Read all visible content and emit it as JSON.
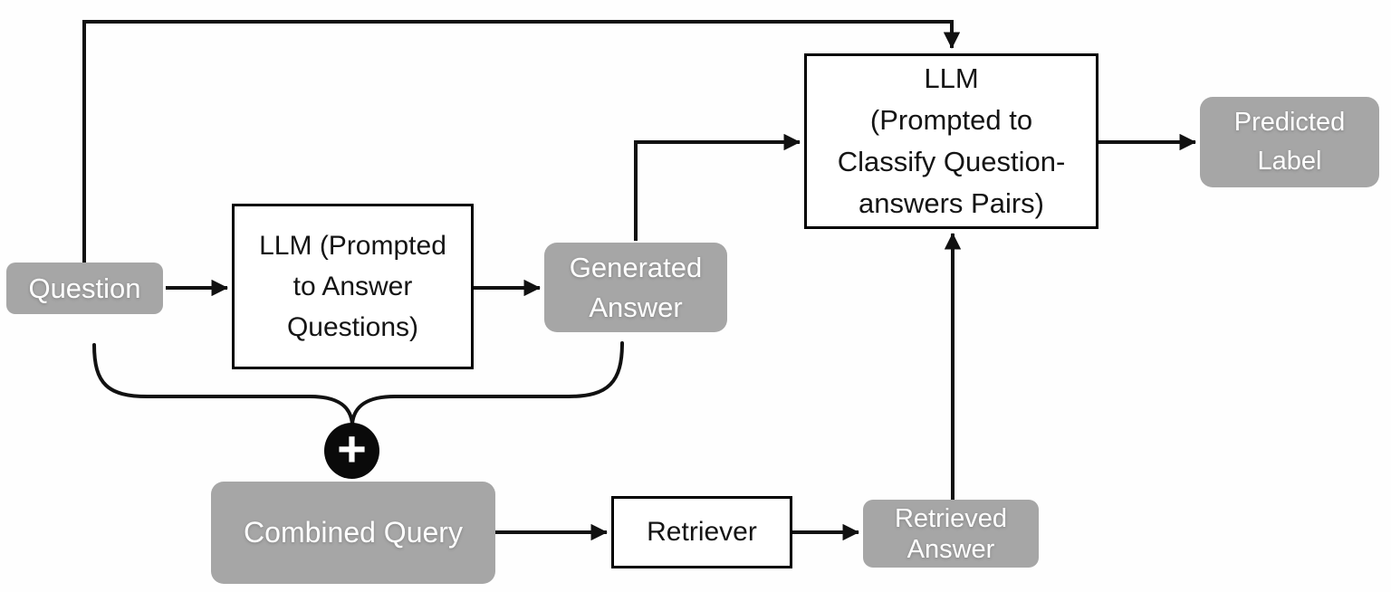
{
  "diagram": {
    "title_hint": "RAG question-answer classification pipeline flowchart",
    "colors": {
      "node_fill_gray": "#a6a6a6",
      "node_text_white": "#ffffff",
      "box_fill_white": "#ffffff",
      "box_border_black": "#000000",
      "arrow_black": "#111111",
      "plus_badge_black": "#0a0a0a"
    },
    "nodes": {
      "question": {
        "label": "Question"
      },
      "llm_answerer": {
        "line1": "LLM (Prompted",
        "line2": "to Answer",
        "line3": "Questions)"
      },
      "generated_answer": {
        "line1": "Generated",
        "line2": "Answer"
      },
      "llm_classifier": {
        "line1": "LLM",
        "line2": "(Prompted to",
        "line3": "Classify Question-",
        "line4": "answers Pairs)"
      },
      "predicted_label": {
        "line1": "Predicted",
        "line2": "Label"
      },
      "combined_query": {
        "label": "Combined Query"
      },
      "retriever": {
        "label": "Retriever"
      },
      "retrieved_answer": {
        "line1": "Retrieved",
        "line2": "Answer"
      },
      "combine_operator": {
        "symbol": "+"
      }
    },
    "edges": [
      {
        "from": "Question",
        "to": "LLM (Prompted to Answer Questions)",
        "style": "arrow"
      },
      {
        "from": "LLM (Prompted to Answer Questions)",
        "to": "Generated Answer",
        "style": "arrow"
      },
      {
        "from": "Generated Answer",
        "to": "LLM (Prompted to Classify Question-answers Pairs)",
        "style": "arrow"
      },
      {
        "from": "Question",
        "to": "LLM (Prompted to Classify Question-answers Pairs)",
        "style": "arrow-over-top"
      },
      {
        "from": "Question + Generated Answer",
        "to": "+ (combine)",
        "style": "curly-brace"
      },
      {
        "from": "+ (combine)",
        "to": "Combined Query",
        "style": "touch"
      },
      {
        "from": "Combined Query",
        "to": "Retriever",
        "style": "arrow"
      },
      {
        "from": "Retriever",
        "to": "Retrieved Answer",
        "style": "arrow"
      },
      {
        "from": "Retrieved Answer",
        "to": "LLM (Prompted to Classify Question-answers Pairs)",
        "style": "arrow"
      },
      {
        "from": "LLM (Prompted to Classify Question-answers Pairs)",
        "to": "Predicted Label",
        "style": "arrow"
      }
    ]
  }
}
